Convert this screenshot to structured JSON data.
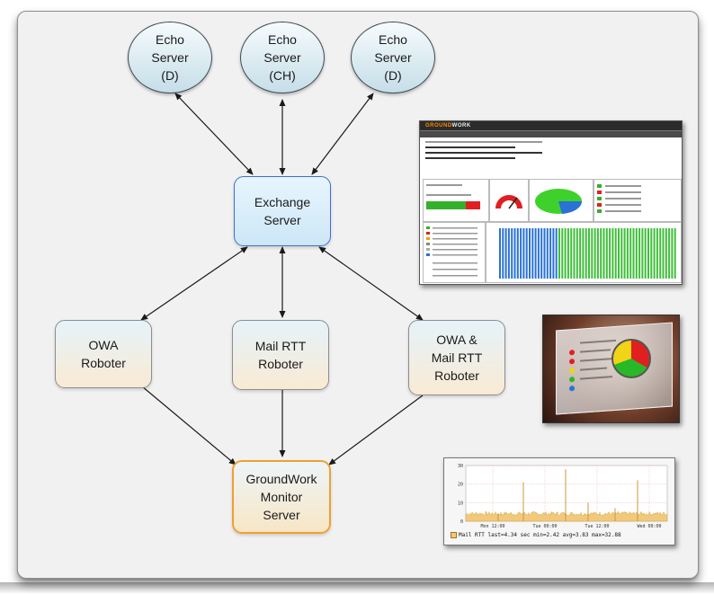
{
  "nodes": {
    "echo_d_left": [
      "Echo",
      "Server",
      "(D)"
    ],
    "echo_ch": [
      "Echo",
      "Server",
      "(CH)"
    ],
    "echo_d_right": [
      "Echo",
      "Server",
      "(D)"
    ],
    "exchange": [
      "Exchange",
      "Server"
    ],
    "owa": [
      "OWA",
      "Roboter"
    ],
    "mail_rtt": [
      "Mail RTT",
      "Roboter"
    ],
    "owa_mail_rtt": [
      "OWA &",
      "Mail RTT",
      "Roboter"
    ],
    "groundwork": [
      "GroundWork",
      "Monitor",
      "Server"
    ]
  },
  "colors": {
    "exchange_border": "#3f6fd0",
    "groundwork_border": "#f0a030",
    "arrow": "#1a1a1a"
  },
  "screenshots": {
    "report": {
      "brand_prefix": "GROUND",
      "brand_suffix": "WORK"
    },
    "rrd": {
      "y_ticks": [
        "30",
        "20",
        "10",
        "0"
      ],
      "x_ticks": [
        "Mon 12:00",
        "Tue 00:00",
        "Tue 12:00",
        "Wed 00:00"
      ],
      "legend": "Mail RTT   last=4.34 sec   min=2.42   avg=3.83   max=32.88",
      "spikes": [
        4,
        21,
        28,
        10,
        7,
        22
      ]
    }
  }
}
